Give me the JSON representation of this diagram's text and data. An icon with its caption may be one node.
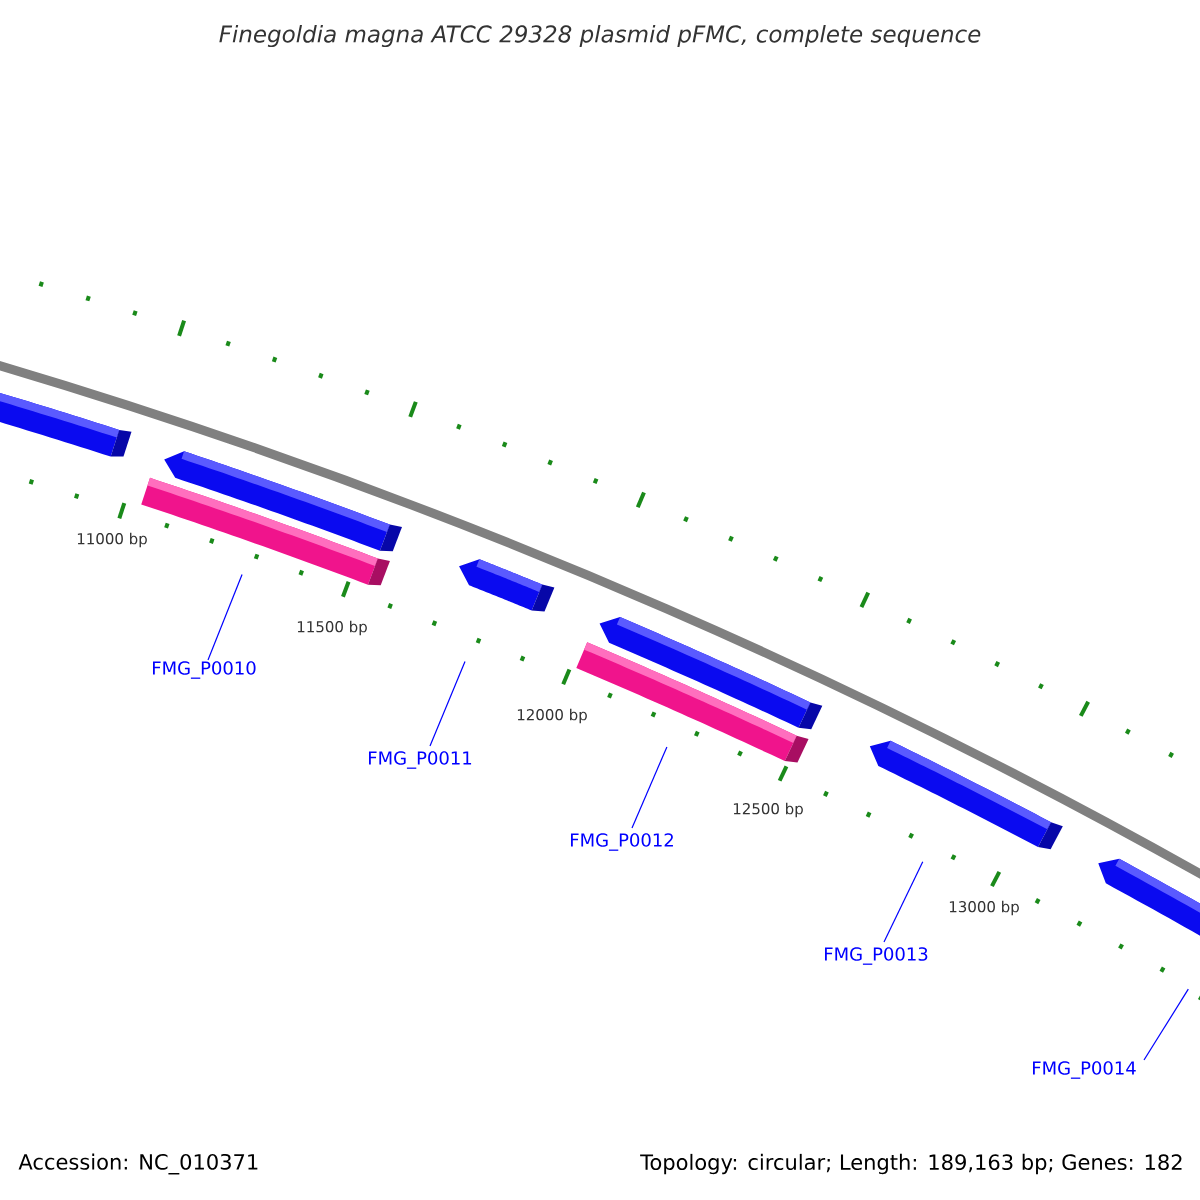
{
  "diagram": {
    "title": "Finegoldia magna ATCC 29328 plasmid pFMC, complete sequence",
    "nodes": [
      {
        "text": [],
        "shape": "pentagon"
      },
      {
        "text": [],
        "shape": "pentagon"
      },
      {
        "text": [],
        "shape": "bar"
      },
      {
        "text": [],
        "shape": "pentagon"
      },
      {
        "text": [],
        "shape": "pentagon"
      },
      {
        "text": [],
        "shape": "bar"
      },
      {
        "text": [],
        "shape": "pentagon"
      },
      {
        "text": [],
        "shape": "pentagon"
      },
      {
        "text": [
          "FMG_P0010"
        ]
      },
      {
        "text": [
          "FMG_P0011"
        ]
      },
      {
        "text": [
          "FMG_P0012"
        ]
      },
      {
        "text": [
          "FMG_P0013"
        ]
      },
      {
        "text": [
          "FMG_P0014"
        ]
      }
    ],
    "edges": [
      {
        "from": 8,
        "to": 2,
        "arrow": "none"
      },
      {
        "from": 9,
        "to": 3,
        "arrow": "none"
      },
      {
        "from": 10,
        "to": 5,
        "arrow": "none"
      },
      {
        "from": 11,
        "to": 6,
        "arrow": "none"
      },
      {
        "from": 12,
        "to": 7,
        "arrow": "none"
      }
    ],
    "labels": [
      "11000 bp",
      "11500 bp",
      "12000 bp",
      "12500 bp",
      "13000 bp",
      "Accession: NC_010371",
      "Topology: circular; Length: 189,163 bp; Genes: 182"
    ]
  }
}
